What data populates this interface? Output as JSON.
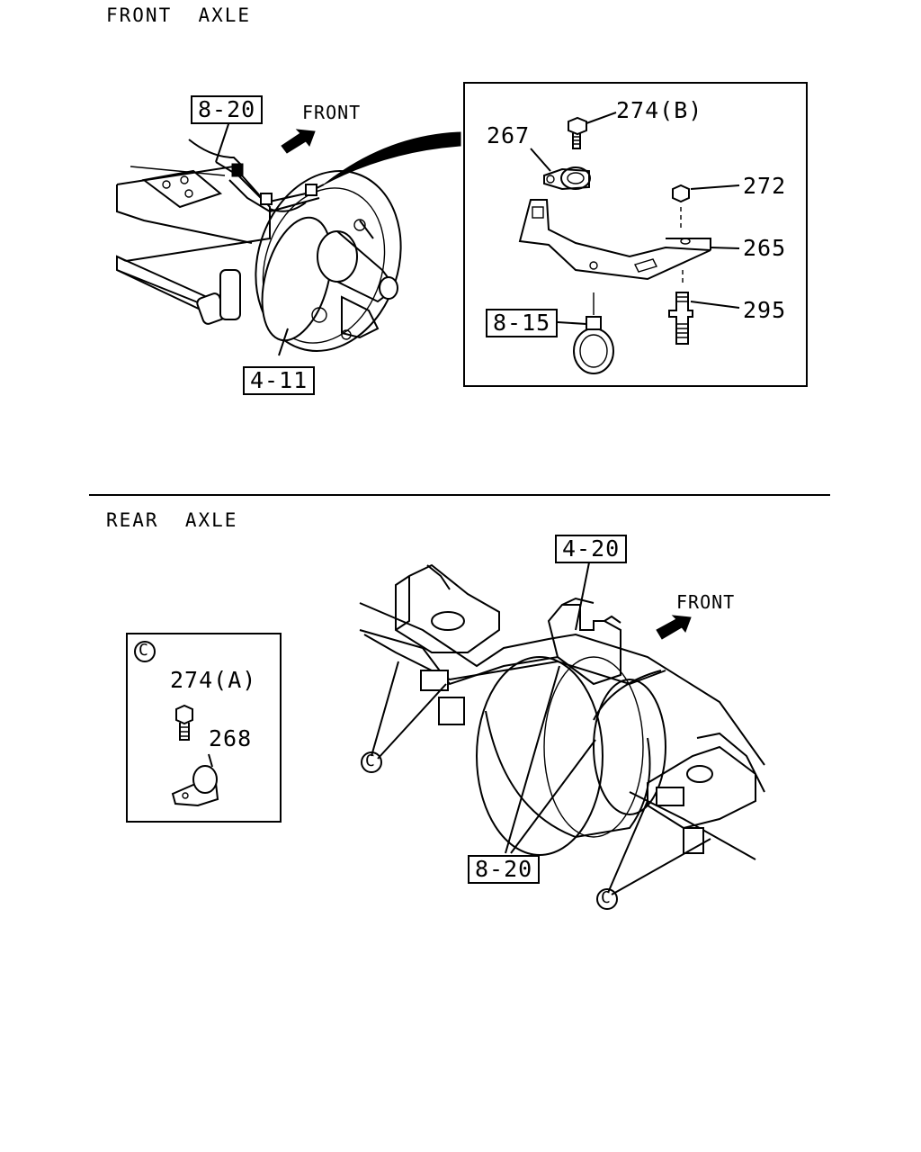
{
  "front_axle": {
    "title": "FRONT  AXLE",
    "front_label": "FRONT",
    "refs": {
      "top": "8-20",
      "bottom": "4-11"
    },
    "detail": {
      "parts": {
        "p274b": "274(B)",
        "p267": "267",
        "p272": "272",
        "p265": "265",
        "p295": "295"
      },
      "ref": "8-15"
    }
  },
  "rear_axle": {
    "title": "REAR  AXLE",
    "front_label": "FRONT",
    "refs": {
      "top": "4-20",
      "bottom": "8-20"
    },
    "clip_marker": "C",
    "inset": {
      "marker": "C",
      "parts": {
        "p274a": "274(A)",
        "p268": "268"
      }
    }
  }
}
